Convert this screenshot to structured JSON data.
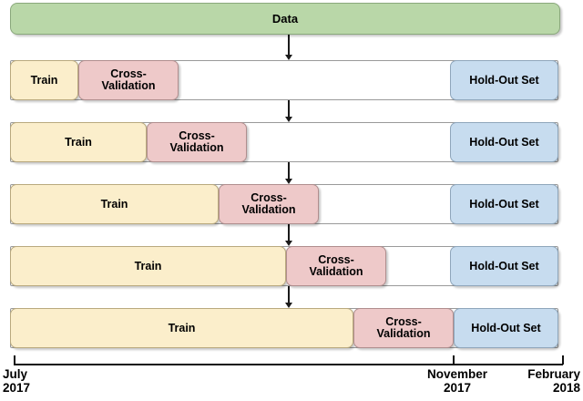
{
  "diagram": {
    "title_box": {
      "label": "Data"
    },
    "labels": {
      "train": "Train",
      "cv_line1": "Cross-",
      "cv_line2": "Validation",
      "holdout": "Hold-Out Set"
    },
    "colors": {
      "data": "#b9d7a8",
      "train": "#fbeecb",
      "cross_validation": "#eec9c9",
      "hold_out": "#c7dcef",
      "arrow": "#1a1a1a",
      "axis": "#111111"
    },
    "rows": [
      {
        "index": 1,
        "train_label": "Train",
        "cv_label_line1": "Cross-",
        "cv_label_line2": "Validation",
        "holdout_label": "Hold-Out Set"
      },
      {
        "index": 2,
        "train_label": "Train",
        "cv_label_line1": "Cross-",
        "cv_label_line2": "Validation",
        "holdout_label": "Hold-Out Set"
      },
      {
        "index": 3,
        "train_label": "Train",
        "cv_label_line1": "Cross-",
        "cv_label_line2": "Validation",
        "holdout_label": "Hold-Out Set"
      },
      {
        "index": 4,
        "train_label": "Train",
        "cv_label_line1": "Cross-",
        "cv_label_line2": "Validation",
        "holdout_label": "Hold-Out Set"
      },
      {
        "index": 5,
        "train_label": "Train",
        "cv_label_line1": "Cross-",
        "cv_label_line2": "Validation",
        "holdout_label": "Hold-Out Set"
      }
    ],
    "timeline": {
      "ticks": [
        {
          "month": "July",
          "year": "2017"
        },
        {
          "month": "November",
          "year": "2017"
        },
        {
          "month": "February",
          "year": "2018"
        }
      ]
    }
  }
}
